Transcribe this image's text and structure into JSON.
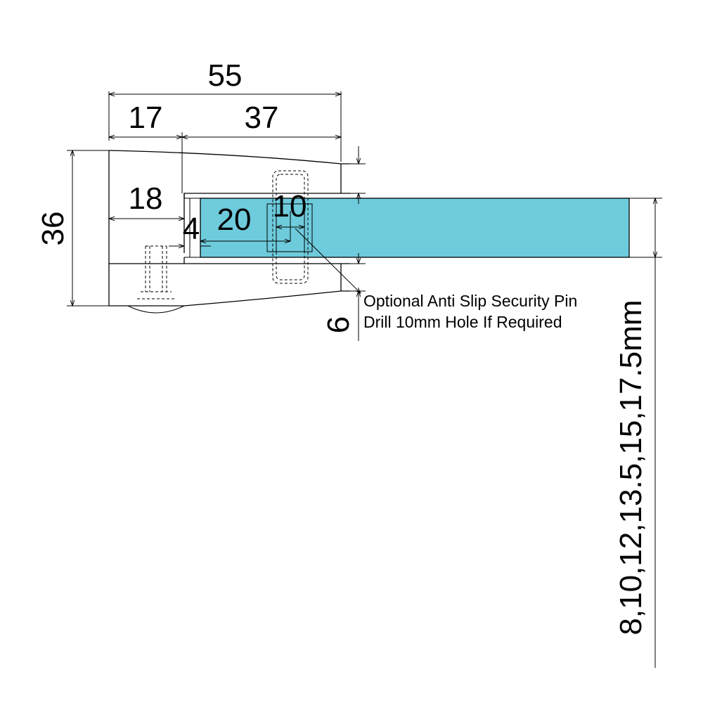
{
  "drawing": {
    "glass_color": "#6ECBDC",
    "line_color": "#000000",
    "dimensions": {
      "overall_width": "55",
      "left_width": "17",
      "right_width": "37",
      "height": "36",
      "inner_depth": "18",
      "gasket_gap": "4",
      "glass_insertion": "20",
      "pin_diameter": "10",
      "lip_thickness": "6",
      "glass_thickness": "8,10,12,13.5,15,17.5mm"
    },
    "notes": {
      "pin_line1": "Optional Anti Slip Security Pin",
      "pin_line2": "Drill 10mm Hole If Required"
    }
  }
}
